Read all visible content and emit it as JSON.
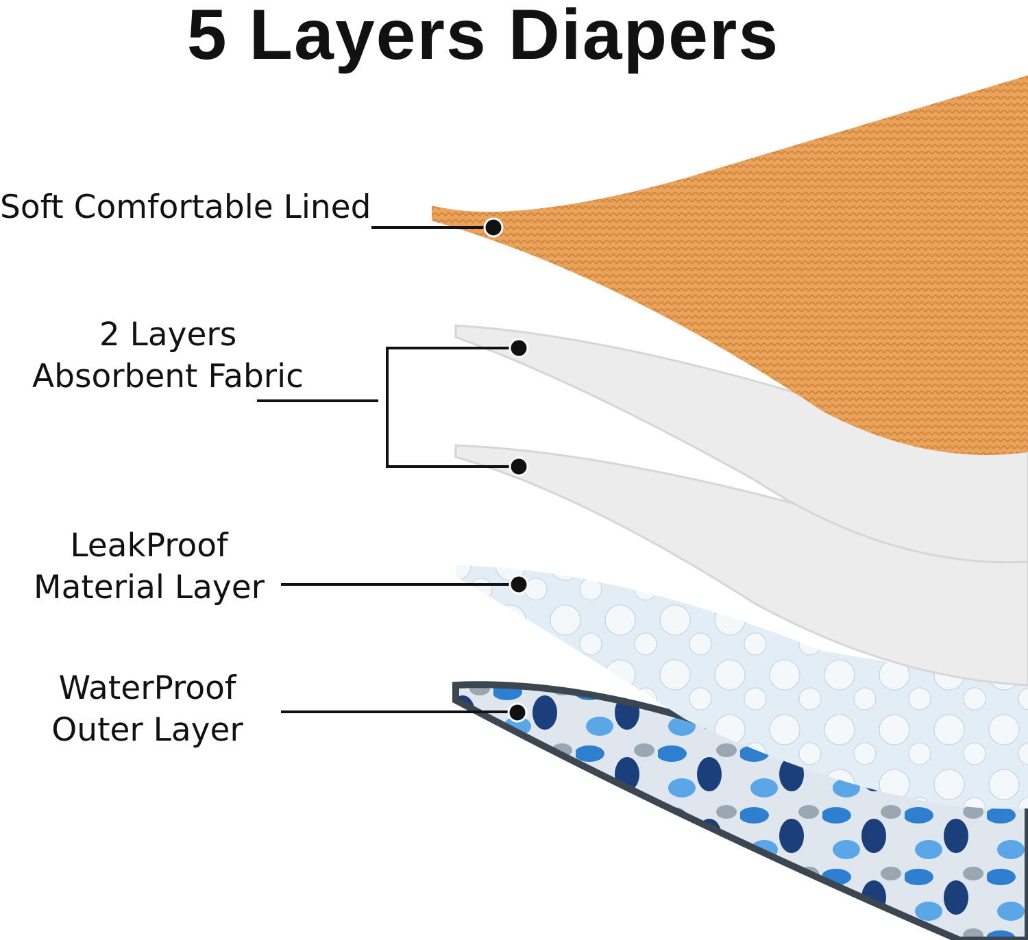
{
  "title": "5 Layers Diapers",
  "labels": {
    "soft": "Soft Comfortable Lined",
    "absorbent_1": "2 Layers",
    "absorbent_2": "Absorbent Fabric",
    "leakproof_1": "LeakProof",
    "leakproof_2": "Material Layer",
    "waterproof_1": "WaterProof",
    "waterproof_2": "Outer Layer"
  },
  "colors": {
    "orange": "#e9a35a",
    "white_layer": "#ececec",
    "bubble": "#d7e6f2",
    "camo_blue": "#2f7fd0",
    "camo_dark": "#1b3f7a",
    "edge": "#3c4650"
  }
}
